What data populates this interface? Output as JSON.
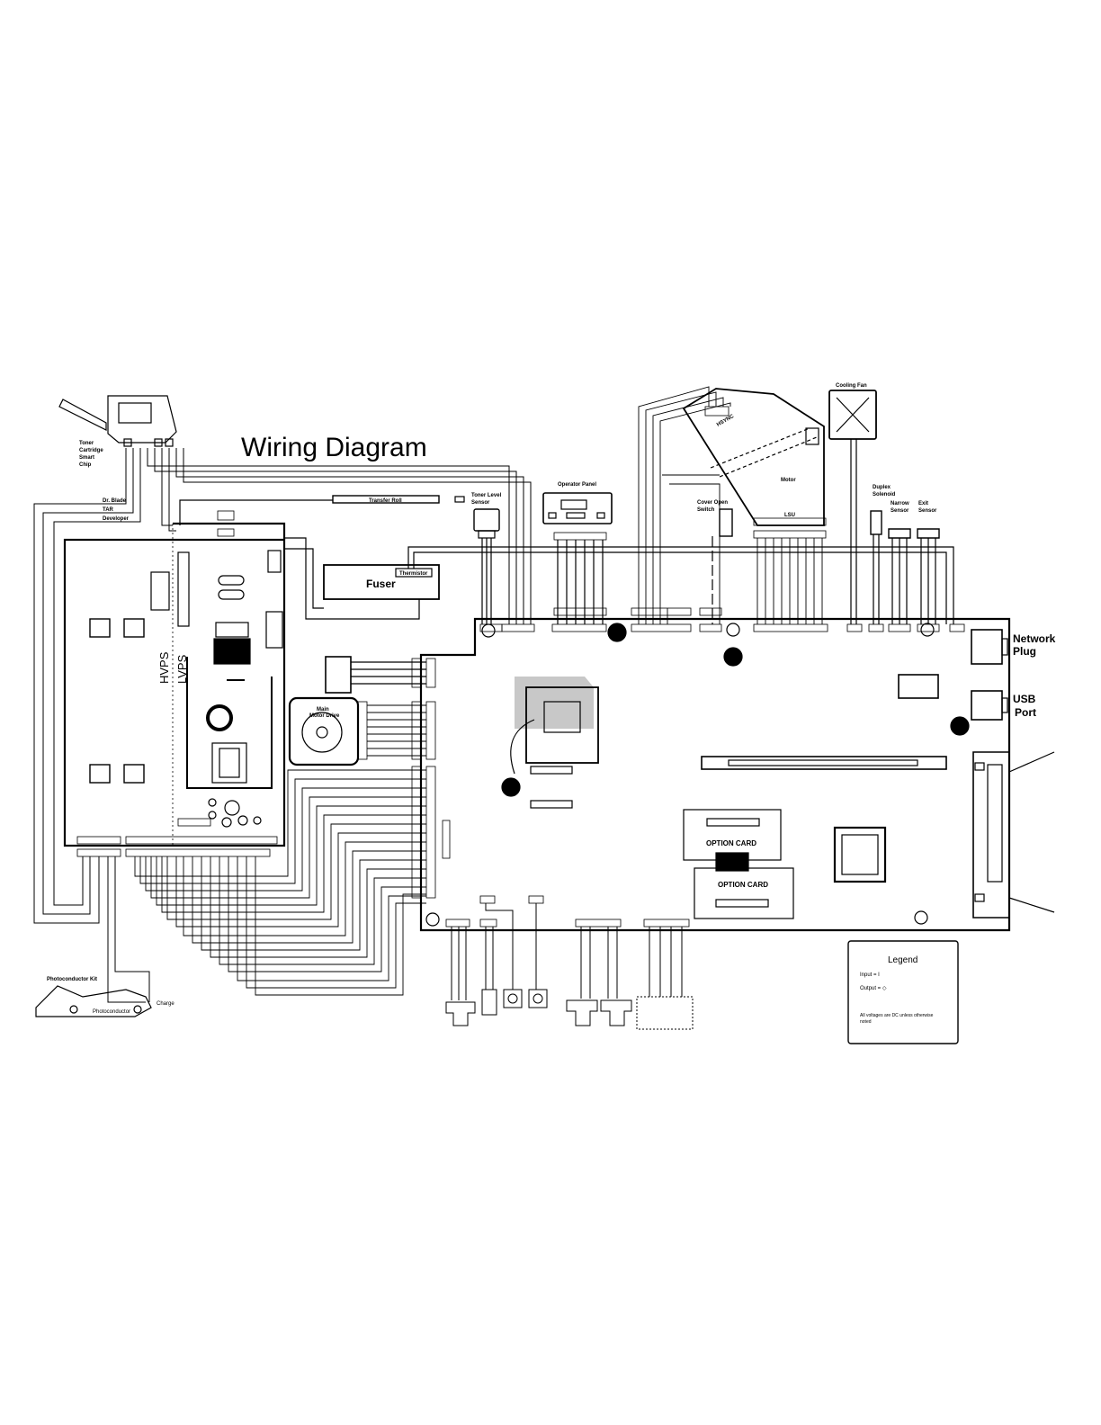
{
  "title": "Wiring Diagram",
  "labels": {
    "toner_chip": [
      "Toner",
      "Cartridge",
      "Smart",
      "Chip"
    ],
    "dr_blade": "Dr. Blade",
    "tar": "TAR",
    "developer": "Developer",
    "transfer_roll": "Transfer Roll",
    "toner_level_sensor": [
      "Toner Level",
      "Sensor"
    ],
    "operator_panel": "Operator Panel",
    "cover_open_switch": [
      "Cover Open",
      "Switch"
    ],
    "hsync": "HSYNC",
    "motor": "Motor",
    "lsu": "LSU",
    "cooling_fan": "Cooling Fan",
    "duplex_solenoid": [
      "Duplex",
      "Solenoid"
    ],
    "narrow_sensor": [
      "Narrow",
      "Sensor"
    ],
    "exit_sensor": [
      "Exit",
      "Sensor"
    ],
    "fuser": "Fuser",
    "thermistor": "Thermistor",
    "hvps": "HVPS",
    "lvps": "LVPS",
    "main_motor_drive": [
      "Main",
      "Motor Drive"
    ],
    "network_plug": [
      "Network",
      "Plug"
    ],
    "usb_port": [
      "USB",
      "Port"
    ],
    "option_card_1": "OPTION CARD",
    "option_card_2": "OPTION CARD",
    "photoconductor_kit": "Photoconductor Kit",
    "charge": "Charge",
    "photoconductor": "Photoconductor"
  },
  "legend": {
    "title": "Legend",
    "input": "Input = I",
    "output": "Output = ◇",
    "note": [
      "All voltages are DC unless otherwise",
      "noted"
    ]
  }
}
